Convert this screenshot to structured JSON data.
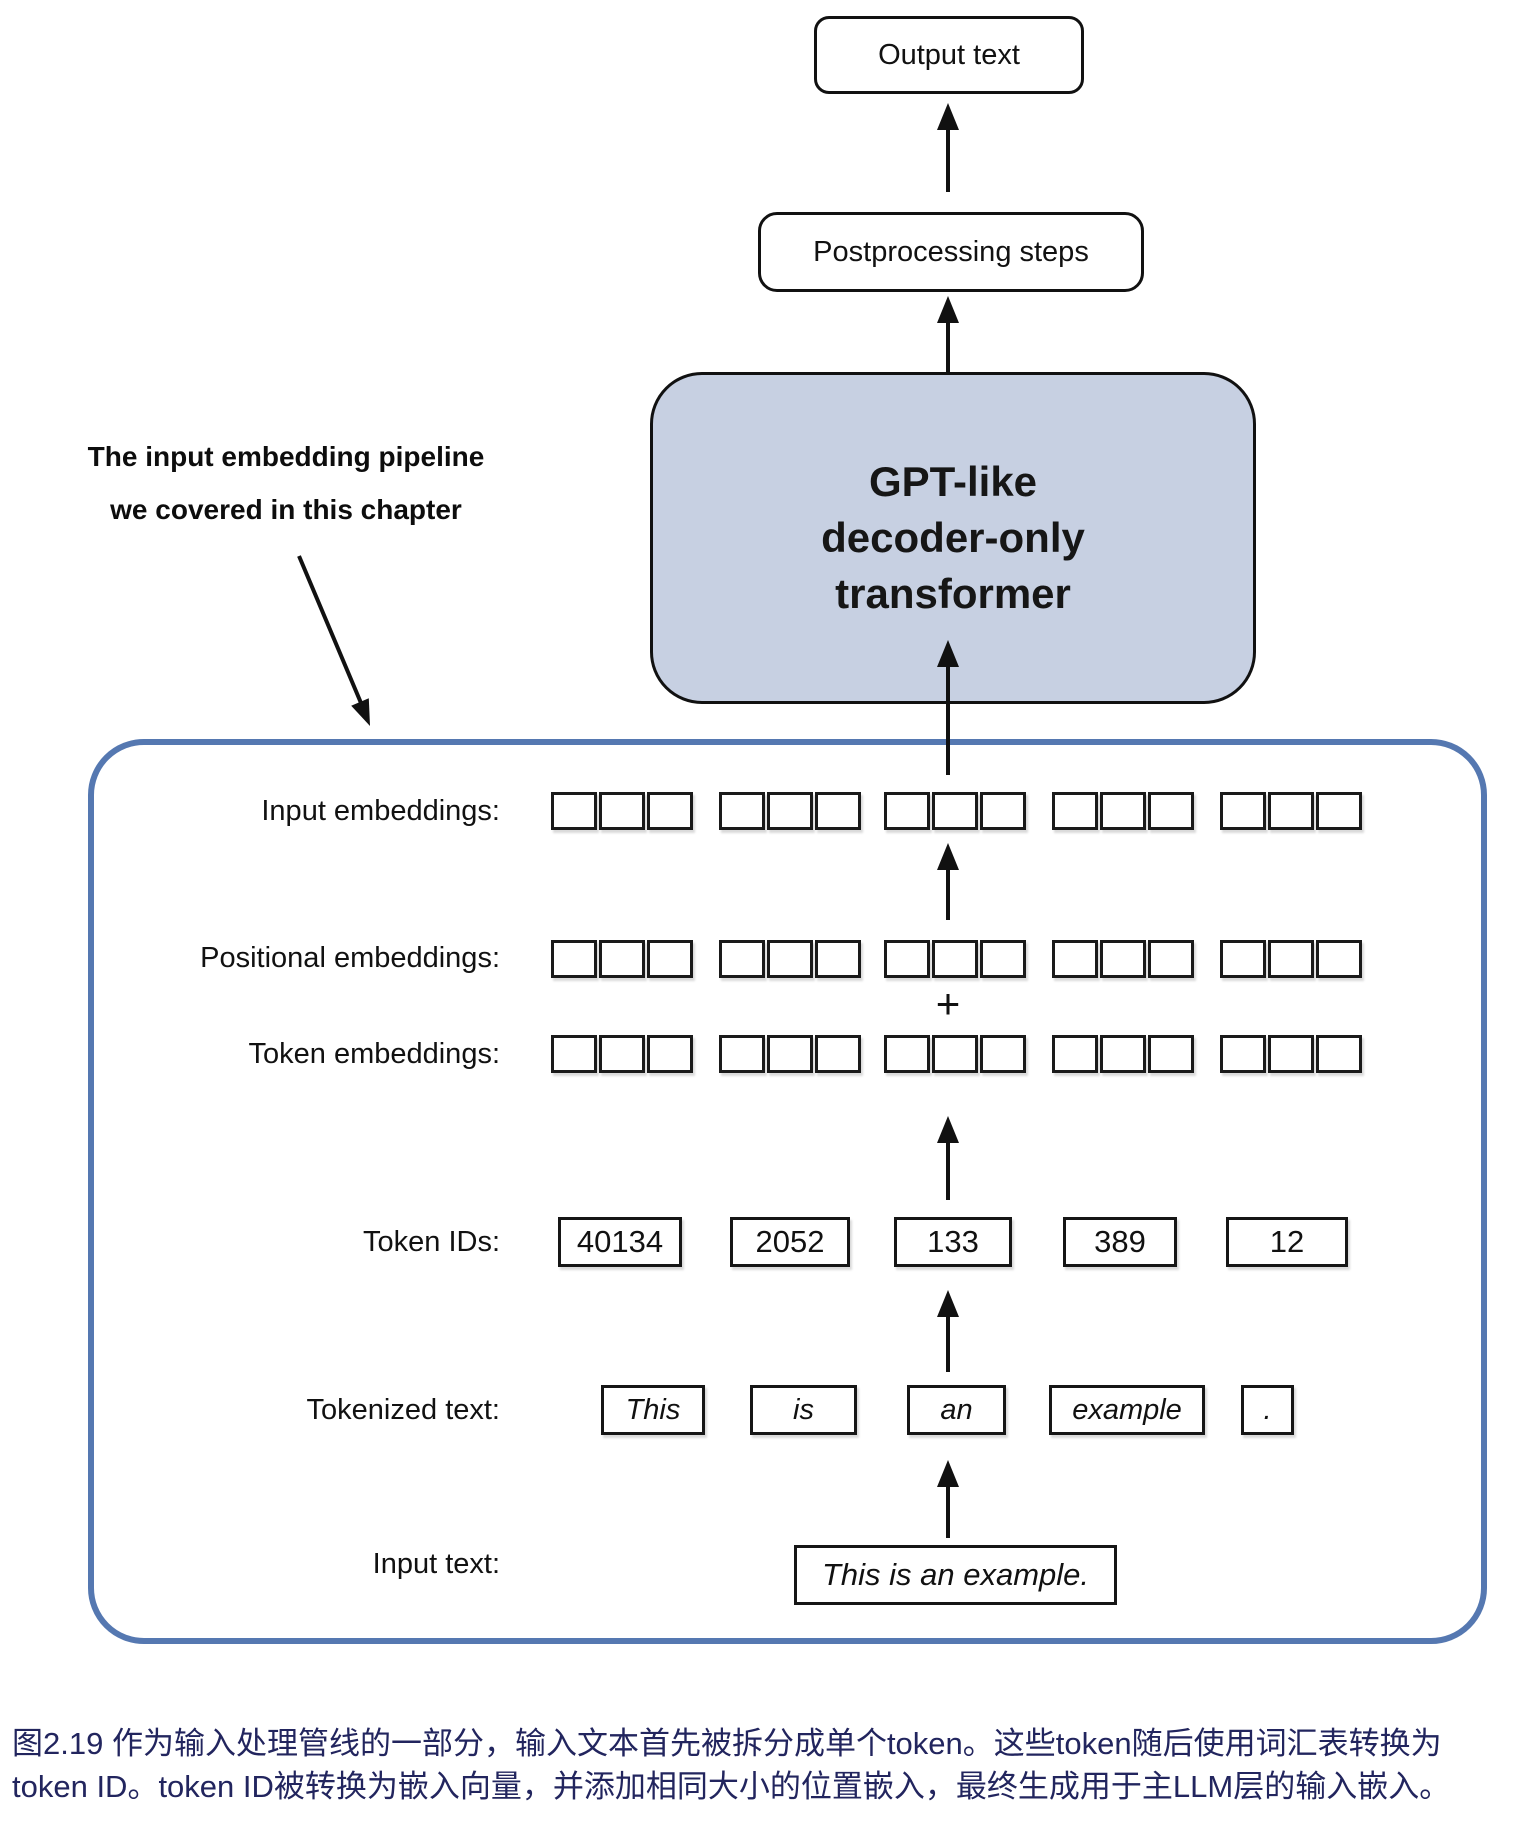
{
  "colors": {
    "gpt_fill": "#c7d0e2",
    "container_border": "#5578b1",
    "caption_text": "#22255e",
    "diagram_line": "#111111"
  },
  "top": {
    "output_text": "Output text",
    "postprocessing": "Postprocessing steps",
    "gpt_lines": [
      "GPT-like",
      "decoder-only",
      "transformer"
    ]
  },
  "annotation": {
    "line1": "The input embedding pipeline",
    "line2": "we covered in this chapter"
  },
  "pipeline": {
    "labels": {
      "input_embeddings": "Input embeddings:",
      "positional_embeddings": "Positional embeddings:",
      "token_embeddings": "Token embeddings:",
      "token_ids": "Token IDs:",
      "tokenized_text": "Tokenized text:",
      "input_text": "Input text:"
    },
    "plus_sign": "+",
    "embedding_rows": [
      "input_embeddings",
      "positional_embeddings",
      "token_embeddings"
    ],
    "groups_per_row": 5,
    "cells_per_group": 3,
    "token_ids": [
      "40134",
      "2052",
      "133",
      "389",
      "12"
    ],
    "tokens": [
      "This",
      "is",
      "an",
      "example",
      "."
    ],
    "input_text": "This is an example."
  },
  "caption": {
    "line1": "图2.19 作为输入处理管线的一部分，输入文本首先被拆分成单个token。这些token随后使用词汇表转换为",
    "line2": "token ID。token ID被转换为嵌入向量，并添加相同大小的位置嵌入，最终生成用于主LLM层的输入嵌入。"
  }
}
